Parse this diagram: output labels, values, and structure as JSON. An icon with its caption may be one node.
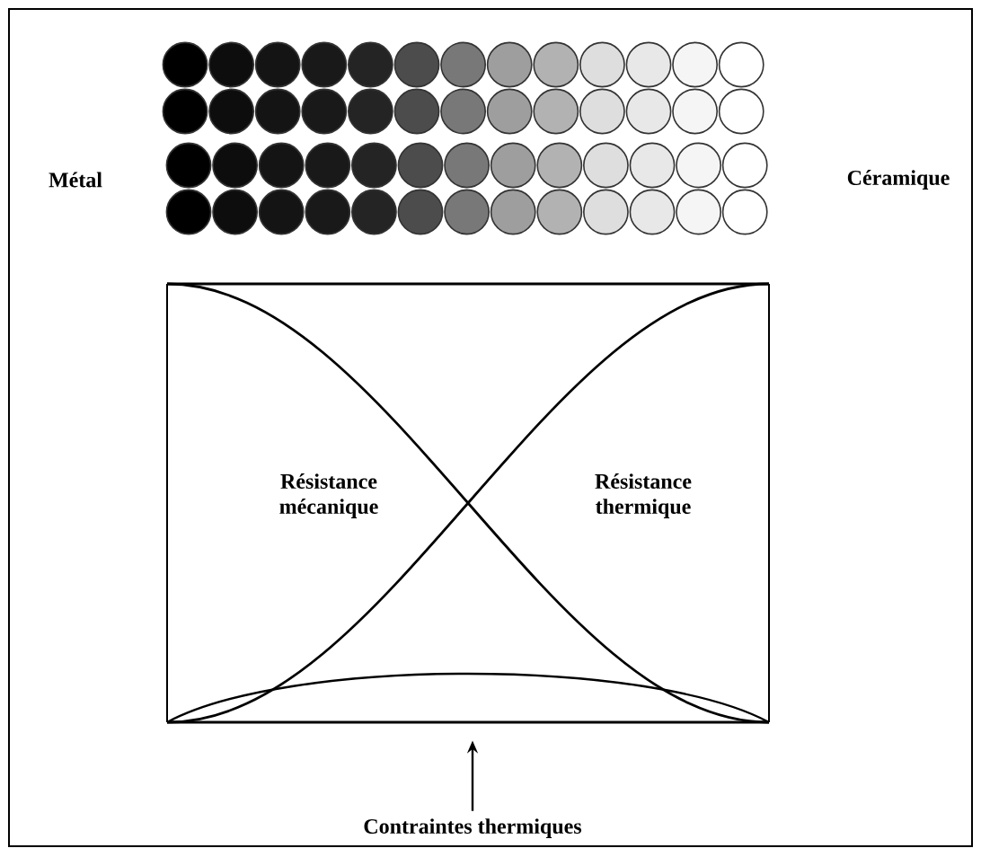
{
  "diagram": {
    "nodes": [
      {
        "text": [
          "Contraintes thermiques"
        ]
      },
      {
        "text": [],
        "shape": "curve"
      }
    ],
    "edges": [
      {
        "from": 0,
        "to": 1,
        "arrow": "to"
      }
    ],
    "labels": [
      "Métal",
      "Céramique",
      "Résistance mécanique",
      "Résistance thermique"
    ]
  }
}
